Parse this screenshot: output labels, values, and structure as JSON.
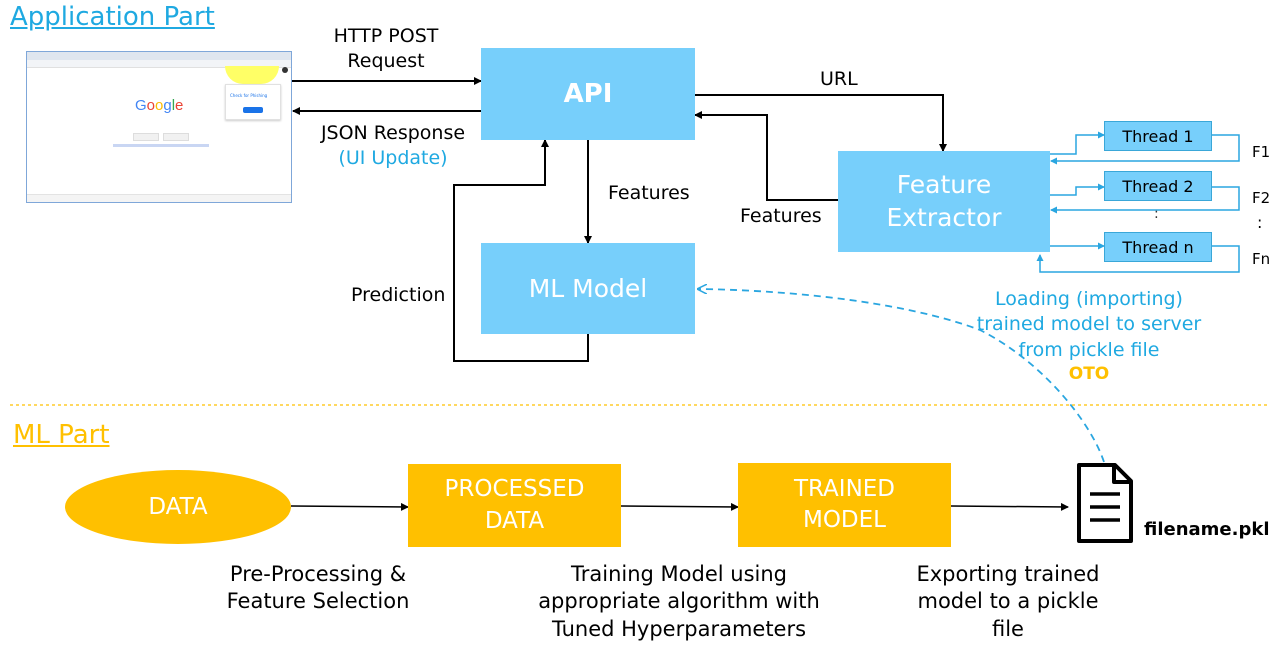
{
  "sections": {
    "application": "Application Part",
    "ml": "ML Part"
  },
  "colors": {
    "blue_box": "#77CFFB",
    "gold_box": "#FFC000",
    "cyan_text": "#1FA9E1",
    "orange_text": "#FFC000",
    "section_app": "#1FA9E1",
    "section_ml": "#FFC000",
    "divider": "#FFC000"
  },
  "browser": {
    "logo_text": "Google",
    "popup_title": "Check for Phishing",
    "icons": [
      "browser-window",
      "extension-icon"
    ]
  },
  "nodes": {
    "api": "API",
    "ml_model": "ML Model",
    "feature_extractor_line1": "Feature",
    "feature_extractor_line2": "Extractor",
    "threads": [
      "Thread 1",
      "Thread 2",
      "Thread n"
    ],
    "data": "DATA",
    "processed_line1": "PROCESSED",
    "processed_line2": "DATA",
    "trained_line1": "TRAINED",
    "trained_line2": "MODEL",
    "file_name": "filename.pkl"
  },
  "edges": {
    "http_line1": "HTTP POST",
    "http_line2": "Request",
    "json_line1": "JSON Response",
    "json_line2": "(UI Update)",
    "url": "URL",
    "features_api": "Features",
    "features_model": "Features",
    "prediction": "Prediction",
    "f_labels": [
      "F1",
      "F2",
      "Fn"
    ],
    "vertical_dots": ":",
    "loading_line1": "Loading (importing)",
    "loading_line2": "trained model to server",
    "loading_line3": "from pickle file",
    "loading_line4": "OTO"
  },
  "steps": {
    "preprocess_line1": "Pre-Processing &",
    "preprocess_line2": "Feature Selection",
    "training_line1": "Training Model using",
    "training_line2": "appropriate algorithm with",
    "training_line3": "Tuned Hyperparameters",
    "export_line1": "Exporting trained",
    "export_line2": "model to a pickle",
    "export_line3": "file"
  }
}
